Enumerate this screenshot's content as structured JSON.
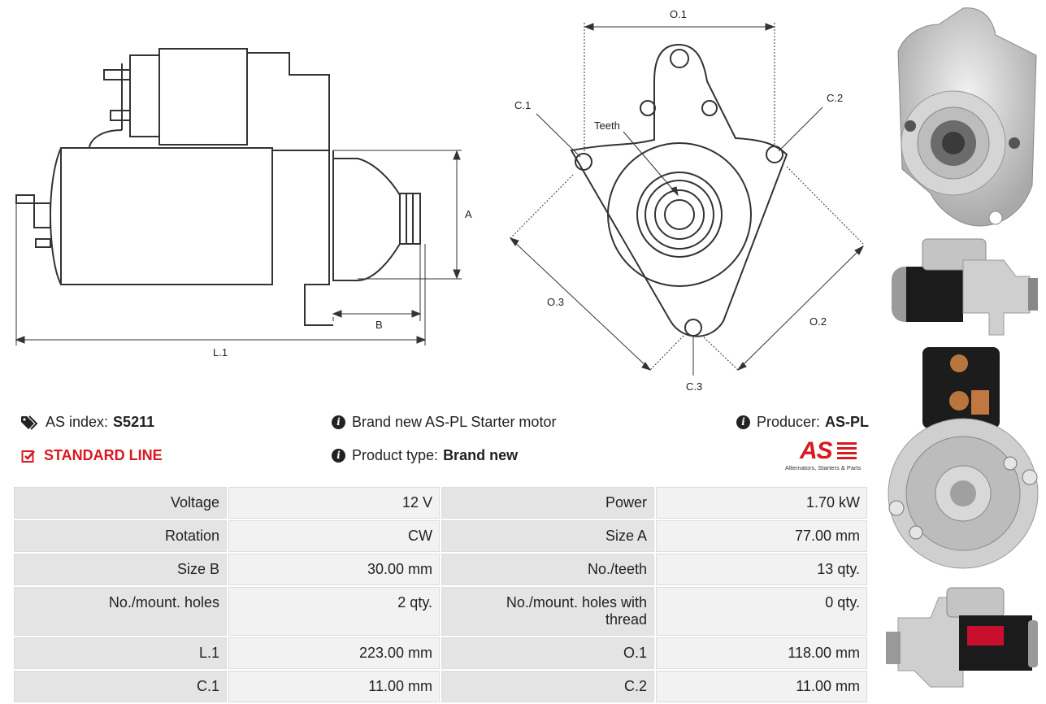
{
  "drawing_labels": {
    "side": {
      "l1": "L.1",
      "a": "A",
      "b": "B"
    },
    "front": {
      "o1": "O.1",
      "o2": "O.2",
      "o3": "O.3",
      "c1": "C.1",
      "c2": "C.2",
      "c3": "C.3",
      "teeth": "Teeth"
    }
  },
  "info": {
    "as_index_label": "AS index:",
    "as_index_value": "S5211",
    "line": "STANDARD LINE",
    "description": "Brand new AS-PL Starter motor",
    "product_type_label": "Product type:",
    "product_type_value": "Brand new",
    "producer_label": "Producer:",
    "producer_value": "AS-PL",
    "logo_text": "AS",
    "logo_tagline": "Alternators, Starters & Parts"
  },
  "specs": [
    [
      {
        "label": "Voltage",
        "value": "12 V"
      },
      {
        "label": "Power",
        "value": "1.70 kW"
      }
    ],
    [
      {
        "label": "Rotation",
        "value": "CW"
      },
      {
        "label": "Size A",
        "value": "77.00 mm"
      }
    ],
    [
      {
        "label": "Size B",
        "value": "30.00 mm"
      },
      {
        "label": "No./teeth",
        "value": "13 qty."
      }
    ],
    [
      {
        "label": "No./mount. holes",
        "value": "2 qty."
      },
      {
        "label": "No./mount. holes with thread",
        "value": "0 qty."
      }
    ],
    [
      {
        "label": "L.1",
        "value": "223.00 mm"
      },
      {
        "label": "O.1",
        "value": "118.00 mm"
      }
    ],
    [
      {
        "label": "C.1",
        "value": "11.00 mm"
      },
      {
        "label": "C.2",
        "value": "11.00 mm"
      }
    ]
  ],
  "colors": {
    "accent_red": "#d71920",
    "label_cell": "#e4e4e4",
    "value_cell": "#f2f2f2"
  }
}
